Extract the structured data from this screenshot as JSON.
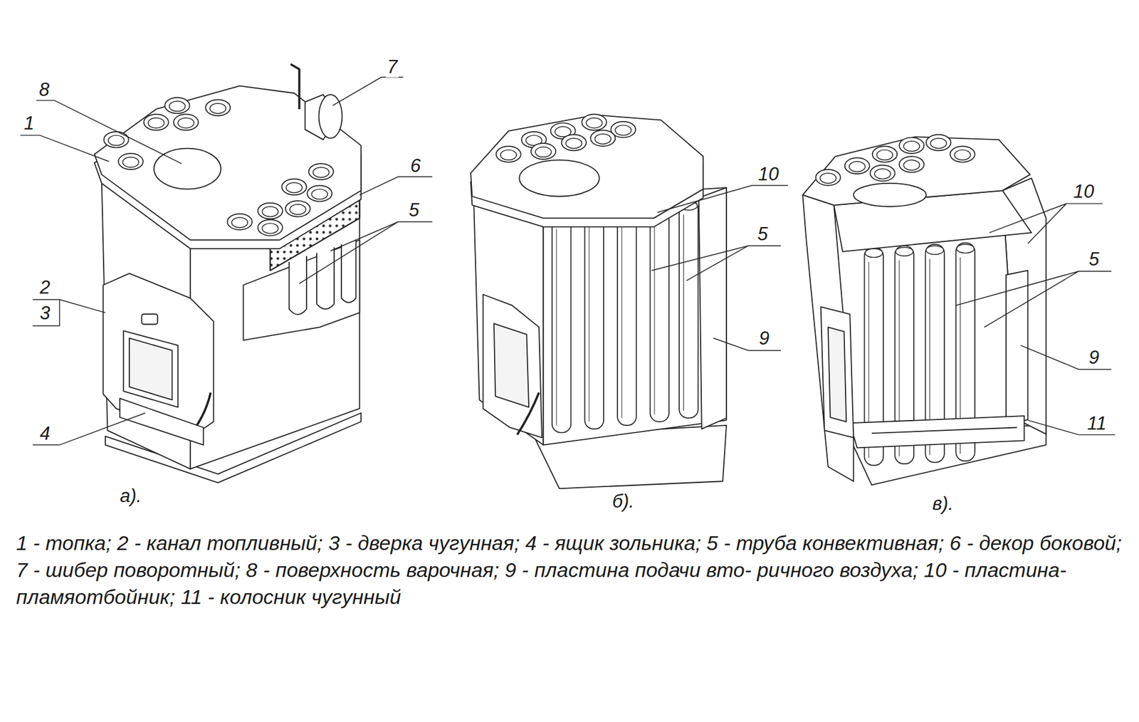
{
  "diagram": {
    "caption": "1 - топка; 2 - канал топливный; 3 - дверка чугунная; 4 - ящик зольника; 5 - труба конвективная; 6 - декор боковой; 7 - шибер поворотный; 8 - поверхность варочная; 9 - пластина подачи вто- ричного воздуха; 10 - пластина-пламяотбойник; 11 - колосник чугунный",
    "labels": [
      "8",
      "7",
      "1",
      "6",
      "5",
      "2",
      "3",
      "4",
      "а).",
      "10",
      "5",
      "9",
      "б).",
      "10",
      "5",
      "9",
      "11",
      "в)."
    ]
  }
}
